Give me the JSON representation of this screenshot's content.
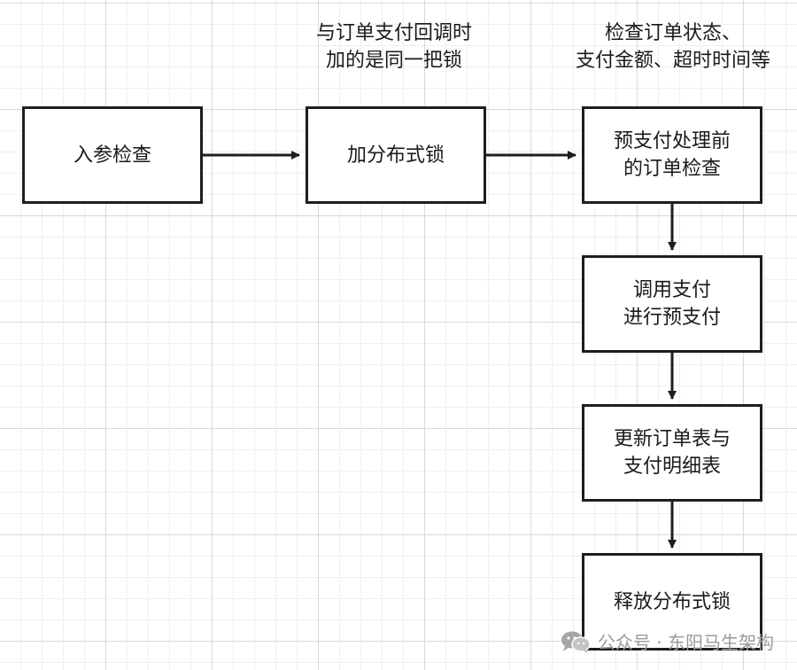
{
  "nodes": {
    "param_check": "入参检查",
    "add_lock": "加分布式锁",
    "order_check": "预支付处理前\n的订单检查",
    "call_payment": "调用支付\n进行预支付",
    "update_tables": "更新订单表与\n支付明细表",
    "release_lock": "释放分布式锁"
  },
  "notes": {
    "lock_note": "与订单支付回调时\n加的是同一把锁",
    "check_note": "检查订单状态、\n支付金额、超时时间等"
  },
  "watermark": {
    "text": "公众号 · 东阳马生架构",
    "icon": "wechat-icon"
  }
}
